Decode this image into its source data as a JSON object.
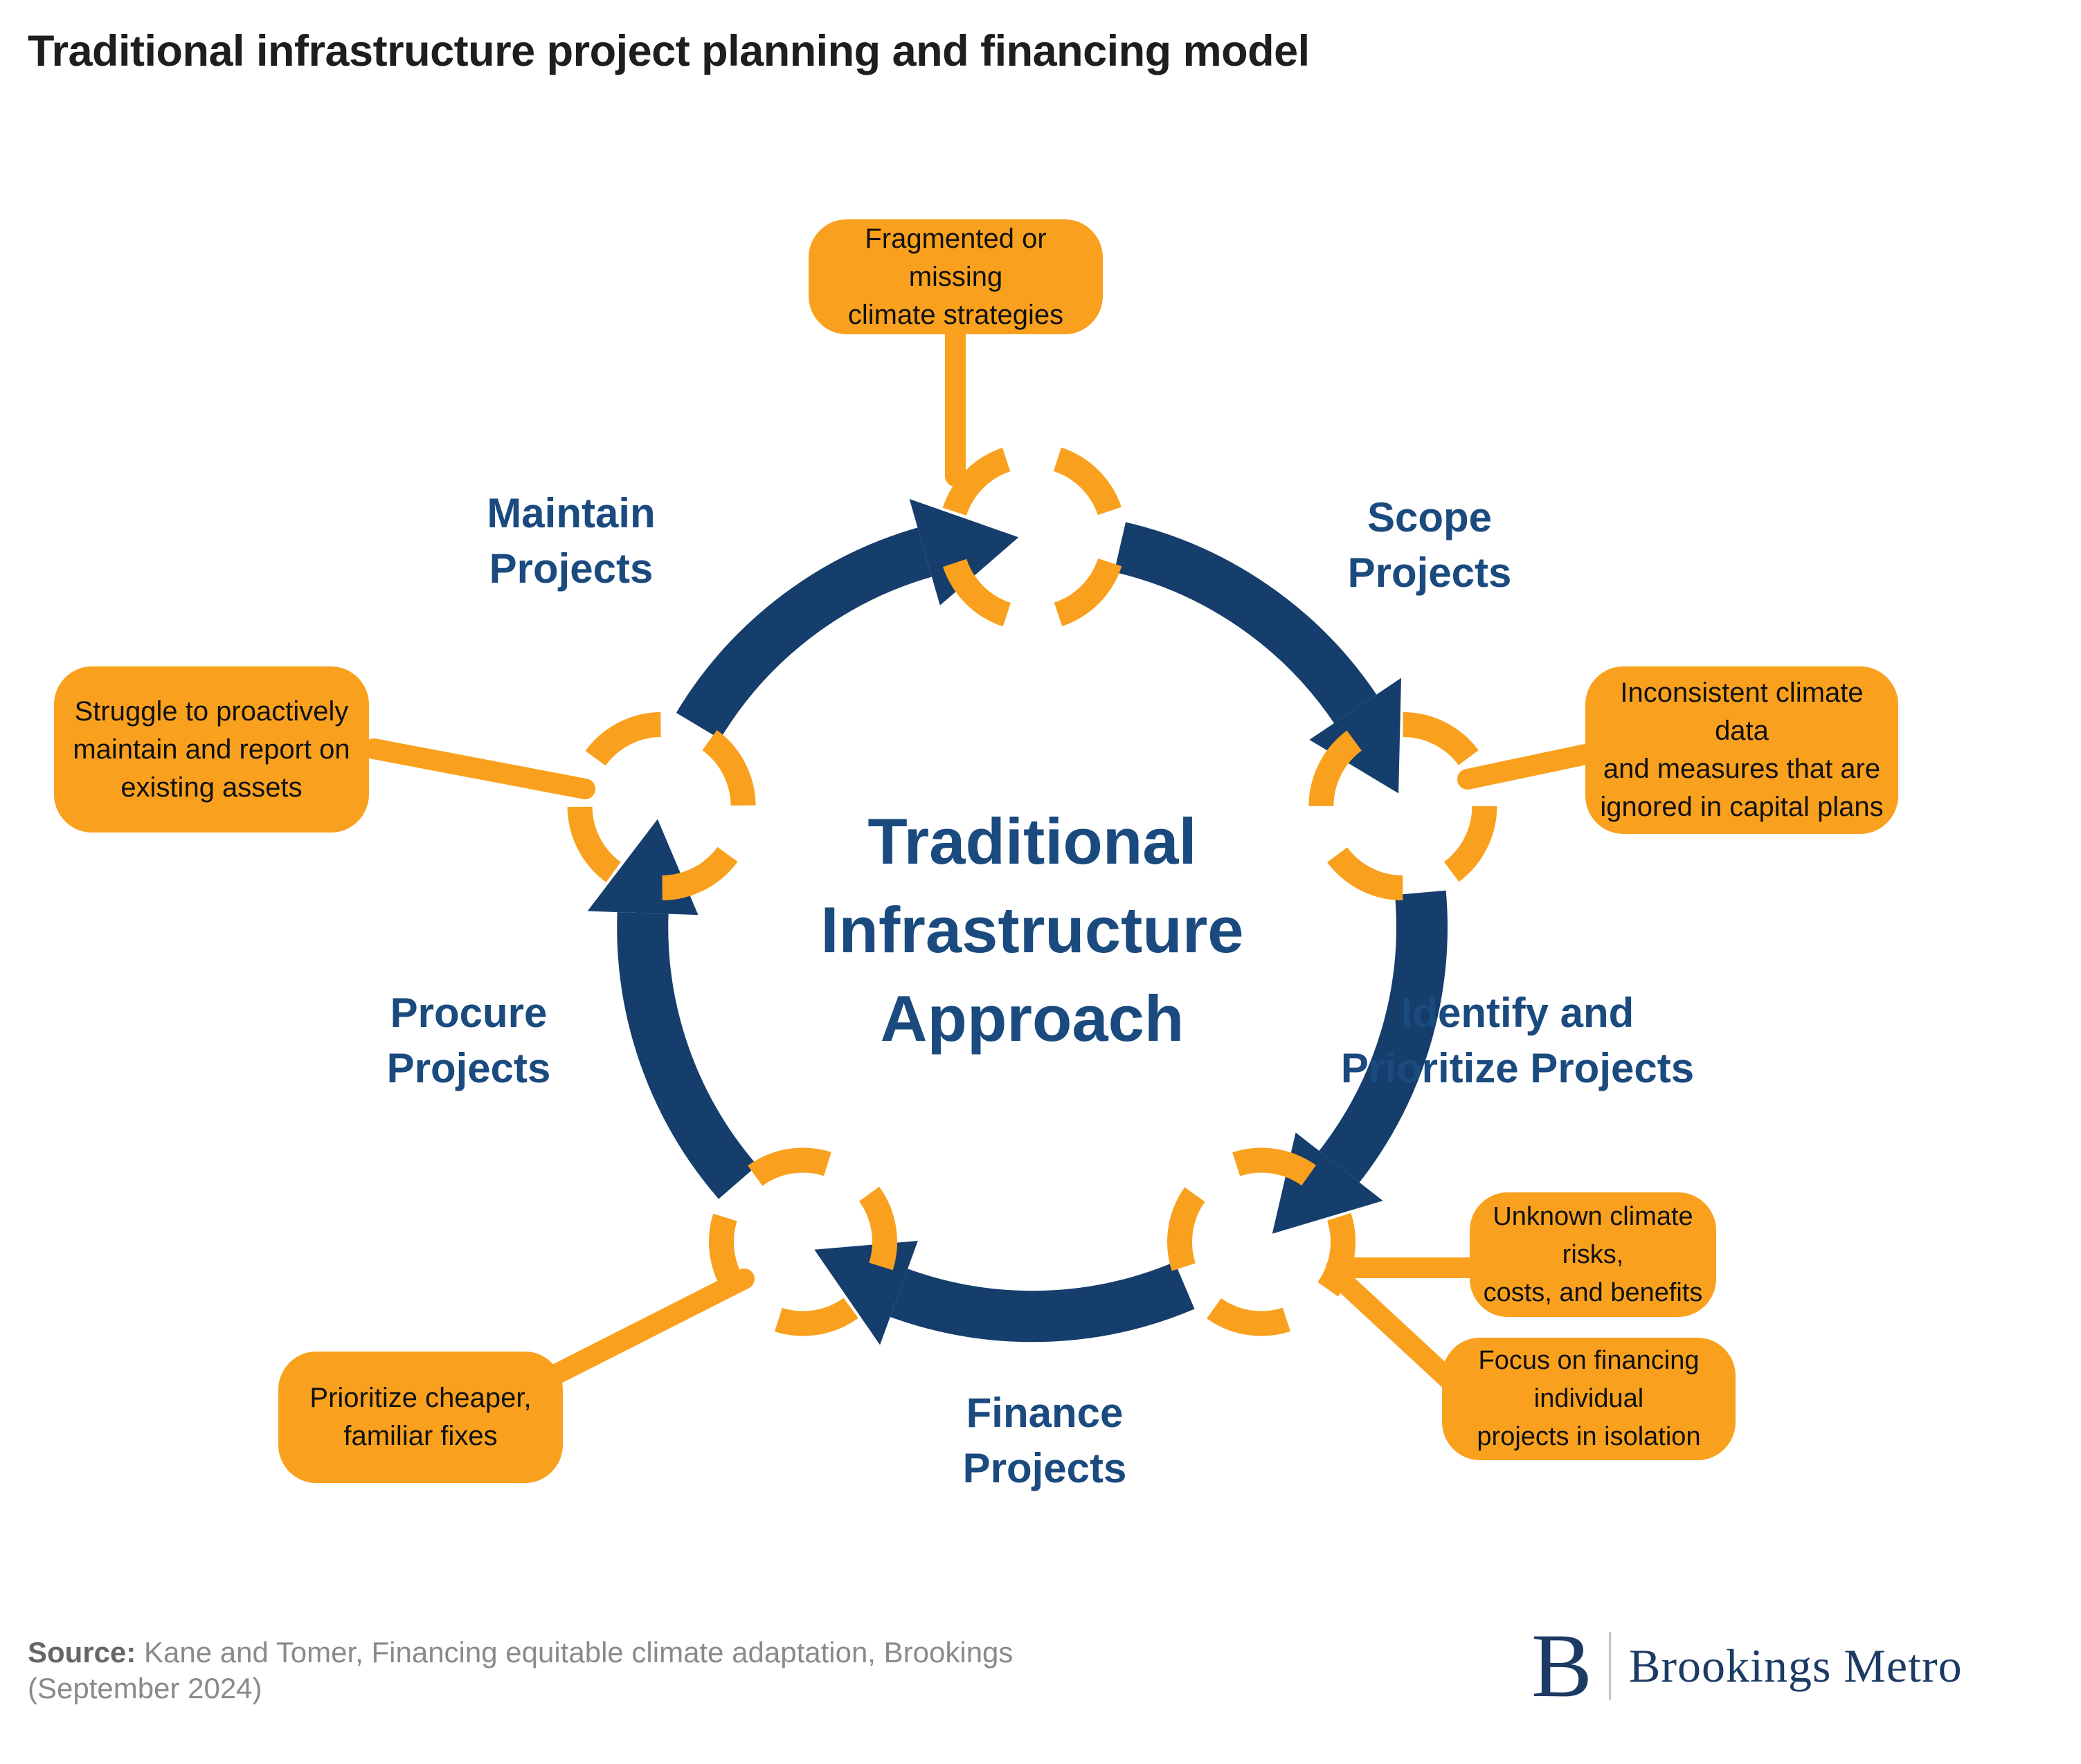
{
  "title": "Traditional infrastructure project planning and financing model",
  "colors": {
    "background": "#FFFFFF",
    "navy_ring": "#153E6C",
    "navy_text": "#1A4A7E",
    "orange": "#F9A11E",
    "title": "#1E1E1E",
    "callout_text": "#111111",
    "source_gray": "#8A8A8A",
    "source_label_gray": "#666666",
    "logo_navy": "#1B3A64",
    "divider": "#BCC5CF"
  },
  "diagram": {
    "center_label": "Traditional\nInfrastructure\nApproach",
    "stages": [
      {
        "id": "maintain",
        "label": "Maintain\nProjects"
      },
      {
        "id": "scope",
        "label": "Scope\nProjects"
      },
      {
        "id": "identify",
        "label": "Identify and\nPrioritize Projects"
      },
      {
        "id": "finance",
        "label": "Finance\nProjects"
      },
      {
        "id": "procure",
        "label": "Procure\nProjects"
      }
    ],
    "callouts": [
      {
        "id": "fragmented",
        "text": "Fragmented or missing\nclimate strategies"
      },
      {
        "id": "inconsistent",
        "text": "Inconsistent climate data\nand measures that are\nignored in capital plans"
      },
      {
        "id": "unknown",
        "text": "Unknown climate risks,\ncosts, and benefits"
      },
      {
        "id": "focus",
        "text": "Focus on financing individual\nprojects in isolation"
      },
      {
        "id": "prioritize",
        "text": "Prioritize cheaper,\nfamiliar fixes"
      },
      {
        "id": "struggle",
        "text": "Struggle to proactively\nmaintain and report on\nexisting assets"
      }
    ]
  },
  "source": {
    "label": "Source:",
    "line1": " Kane and Tomer, Financing equitable climate adaptation, Brookings",
    "line2": "(September 2024)"
  },
  "logo": {
    "initial": "B",
    "name": "Brookings Metro"
  }
}
